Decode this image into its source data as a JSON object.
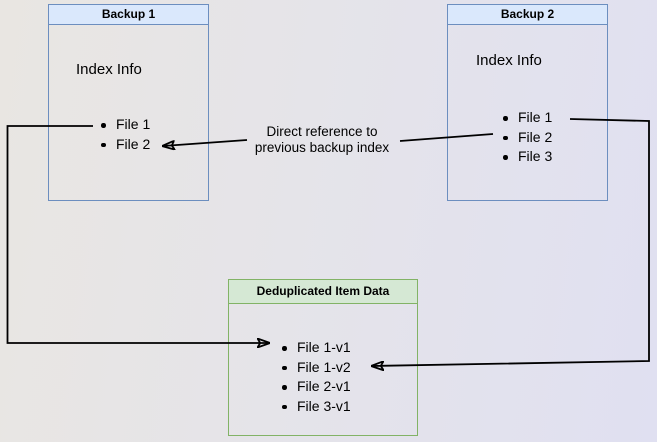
{
  "colors": {
    "blue_border": "#6c8ebf",
    "blue_header_fill": "#dae8fc",
    "green_border": "#82b366",
    "green_header_fill": "#d5e8d4",
    "connector": "#000000",
    "background_left": "#e9e6e2",
    "background_right": "#e0e0f1"
  },
  "backup1": {
    "title": "Backup 1",
    "subtitle": "Index Info",
    "files": [
      "File 1",
      "File 2"
    ]
  },
  "backup2": {
    "title": "Backup 2",
    "subtitle": "Index Info",
    "files": [
      "File 1",
      "File 2",
      "File 3"
    ]
  },
  "dedup": {
    "title": "Deduplicated Item Data",
    "files": [
      "File 1-v1",
      "File 1-v2",
      "File 2-v1",
      "File 3-v1"
    ]
  },
  "annotation": {
    "line1": "Direct reference to",
    "line2": "previous backup index"
  }
}
